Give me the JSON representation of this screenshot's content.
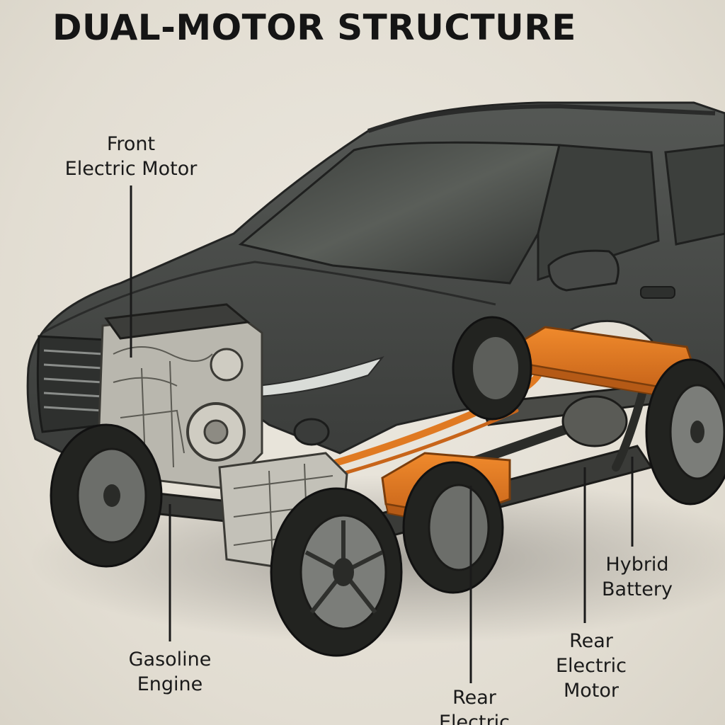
{
  "title": "DUAL-MOTOR STRUCTURE",
  "labels": {
    "front_motor": {
      "line1": "Front",
      "line2": "Electric Motor"
    },
    "gasoline_engine": {
      "line1": "Gasoline",
      "line2": "Engine"
    },
    "rear_motor_lower": {
      "line1": "Rear",
      "line2": "Electric"
    },
    "rear_motor": {
      "line1": "Rear",
      "line2": "Electric",
      "line3": "Motor"
    },
    "hybrid_battery": {
      "line1": "Hybrid",
      "line2": "Battery"
    }
  },
  "colors": {
    "background": "#e7e3da",
    "body": "#4a4c4a",
    "battery": "#e07a22",
    "leader_line": "#1a1a1a"
  }
}
